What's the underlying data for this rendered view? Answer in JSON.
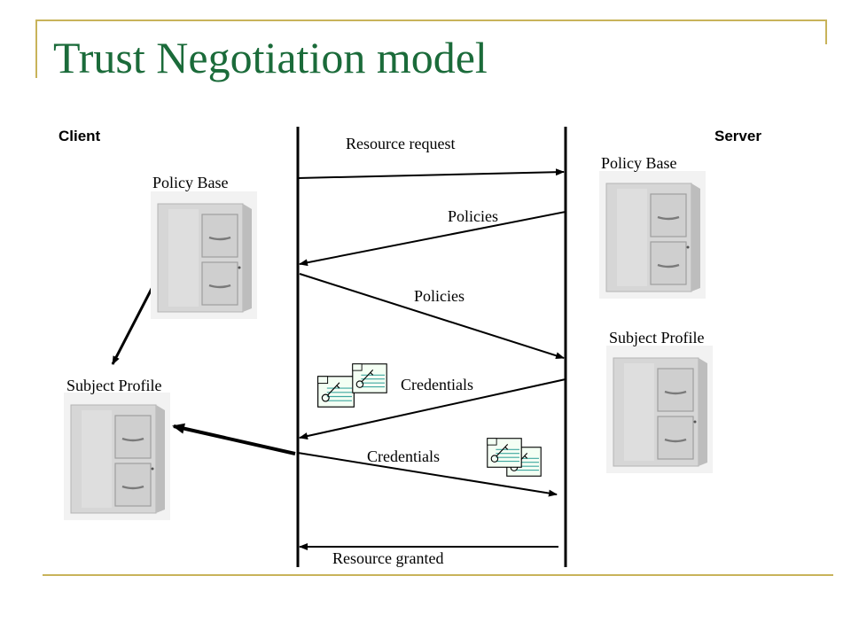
{
  "title": "Trust Negotiation model",
  "actors": {
    "client": "Client",
    "server": "Server"
  },
  "client": {
    "policy_base": "Policy Base",
    "subject_profile": "Subject Profile"
  },
  "server": {
    "policy_base": "Policy Base",
    "subject_profile": "Subject Profile"
  },
  "messages": [
    {
      "label": "Resource request",
      "direction": "client-to-server"
    },
    {
      "label": "Policies",
      "direction": "server-to-client"
    },
    {
      "label": "Policies",
      "direction": "client-to-server"
    },
    {
      "label": "Credentials",
      "direction": "server-to-client"
    },
    {
      "label": "Credentials",
      "direction": "client-to-server"
    },
    {
      "label": "Resource granted",
      "direction": "server-to-client"
    }
  ],
  "icons": [
    "file-cabinet-icon",
    "credential-card-icon"
  ],
  "colors": {
    "title": "#1b6b3a",
    "frame": "#c8b35a",
    "cabinet": "#dcdcdc"
  }
}
